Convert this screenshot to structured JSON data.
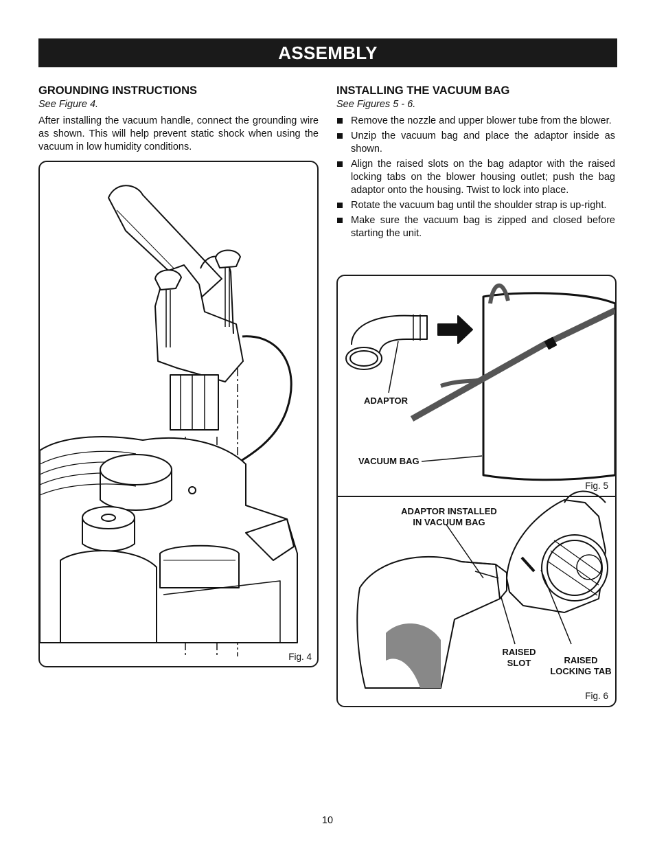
{
  "header": {
    "title": "ASSEMBLY"
  },
  "grounding": {
    "heading": "GROUNDING INSTRUCTIONS",
    "see": "See Figure 4.",
    "body": "After installing the vacuum handle, connect the grounding wire as shown. This will help prevent static shock when using the vacuum in low humidity conditions."
  },
  "vacuum_bag": {
    "heading": "INSTALLING THE VACUUM BAG",
    "see": "See Figures 5 - 6.",
    "steps": [
      "Remove the nozzle and upper blower tube from the blower.",
      "Unzip the vacuum bag and place the adaptor inside as shown.",
      "Align the raised slots on the bag adaptor with the raised locking tabs on the blower housing outlet; push the bag adaptor onto the housing. Twist to lock into place.",
      "Rotate the vacuum bag until the shoulder strap is up-right.",
      "Make sure the vacuum bag is zipped and closed before starting the unit."
    ]
  },
  "figures": {
    "fig4": {
      "label": "Fig. 4"
    },
    "fig5": {
      "label": "Fig. 5",
      "callouts": {
        "adaptor": "ADAPTOR",
        "vacuum_bag": "VACUUM BAG"
      }
    },
    "fig6": {
      "label": "Fig. 6",
      "callouts": {
        "adaptor_installed_1": "ADAPTOR INSTALLED",
        "adaptor_installed_2": "IN VACUUM BAG",
        "raised_slot_1": "RAISED",
        "raised_slot_2": "SLOT",
        "raised_tab_1": "RAISED",
        "raised_tab_2": "LOCKING TAB"
      }
    }
  },
  "page_number": "10"
}
